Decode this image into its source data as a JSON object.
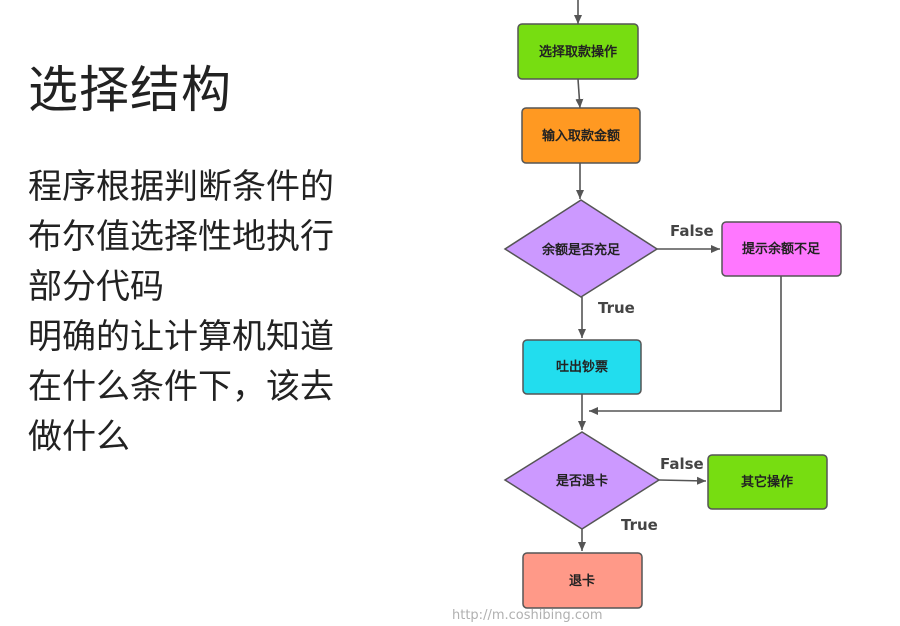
{
  "slide": {
    "title": "选择结构",
    "body_lines": [
      "程序根据判断条件的",
      "布尔值选择性地执行",
      "部分代码",
      "明确的让计算机知道",
      "在什么条件下，该去",
      "做什么"
    ]
  },
  "flowchart": {
    "nodes": {
      "select_withdraw": "选择取款操作",
      "enter_amount": "输入取款金额",
      "balance_check": "余额是否充足",
      "insufficient_msg": "提示余额不足",
      "dispense_cash": "吐出钞票",
      "exit_card_check": "是否退卡",
      "other_ops": "其它操作",
      "exit_card": "退卡"
    },
    "labels": {
      "balance_false": "False",
      "balance_true": "True",
      "exit_false": "False",
      "exit_true": "True"
    },
    "colors": {
      "select_withdraw": "#77dd11",
      "enter_amount": "#ff9922",
      "balance_check": "#cc99ff",
      "insufficient_msg": "#ff77ff",
      "dispense_cash": "#22ddee",
      "exit_card_check": "#cc99ff",
      "other_ops": "#77dd11",
      "exit_card": "#ff9988",
      "stroke": "#555555"
    }
  },
  "watermark": "http://m.coshibing.com"
}
